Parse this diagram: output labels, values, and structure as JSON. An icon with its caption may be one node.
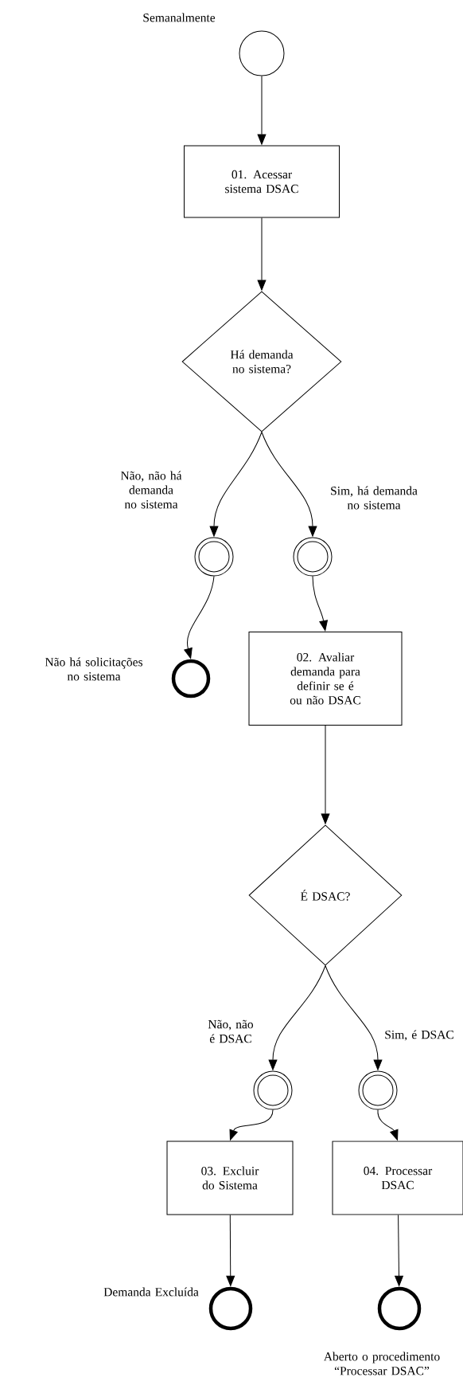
{
  "diagram": {
    "nodes": [
      {
        "text": [],
        "shape": "circle",
        "beside": [
          "Semanalmente"
        ]
      },
      {
        "text": [
          "01. Acessar sistema DSAC"
        ]
      },
      {
        "text": [
          "Há demanda no sistema?"
        ]
      },
      {
        "text": [],
        "shape": "circle"
      },
      {
        "text": [],
        "shape": "circle"
      },
      {
        "text": [],
        "shape": "circle",
        "beside": [
          "Não há solicitações no sistema"
        ]
      },
      {
        "text": [
          "02. Avaliar demanda para definir se é ou não DSAC"
        ]
      },
      {
        "text": [
          "É DSAC?"
        ]
      },
      {
        "text": [],
        "shape": "circle"
      },
      {
        "text": [],
        "shape": "circle"
      },
      {
        "text": [
          "03. Excluir do Sistema"
        ]
      },
      {
        "text": [
          "04. Processar DSAC"
        ]
      },
      {
        "text": [],
        "shape": "circle",
        "beside": [
          "Demanda Excluída"
        ]
      },
      {
        "text": [],
        "shape": "circle",
        "beside": [
          "Aberto o procedimento “Processar DSAC”"
        ]
      }
    ],
    "edges": [
      {
        "from": 0,
        "to": 1,
        "arrow": "to"
      },
      {
        "from": 1,
        "to": 2,
        "arrow": "to"
      },
      {
        "from": 2,
        "to": 3,
        "arrow": "to",
        "label": "Não, não há demanda no sistema"
      },
      {
        "from": 2,
        "to": 4,
        "arrow": "to",
        "label": "Sim, há demanda no sistema"
      },
      {
        "from": 3,
        "to": 5,
        "arrow": "to"
      },
      {
        "from": 4,
        "to": 6,
        "arrow": "to"
      },
      {
        "from": 6,
        "to": 7,
        "arrow": "to"
      },
      {
        "from": 7,
        "to": 8,
        "arrow": "to",
        "label": "Não, não é DSAC"
      },
      {
        "from": 7,
        "to": 9,
        "arrow": "to",
        "label": "Sim, é DSAC"
      },
      {
        "from": 8,
        "to": 10,
        "arrow": "to"
      },
      {
        "from": 9,
        "to": 11,
        "arrow": "to"
      },
      {
        "from": 10,
        "to": 12,
        "arrow": "to"
      },
      {
        "from": 11,
        "to": 13,
        "arrow": "to"
      }
    ]
  }
}
